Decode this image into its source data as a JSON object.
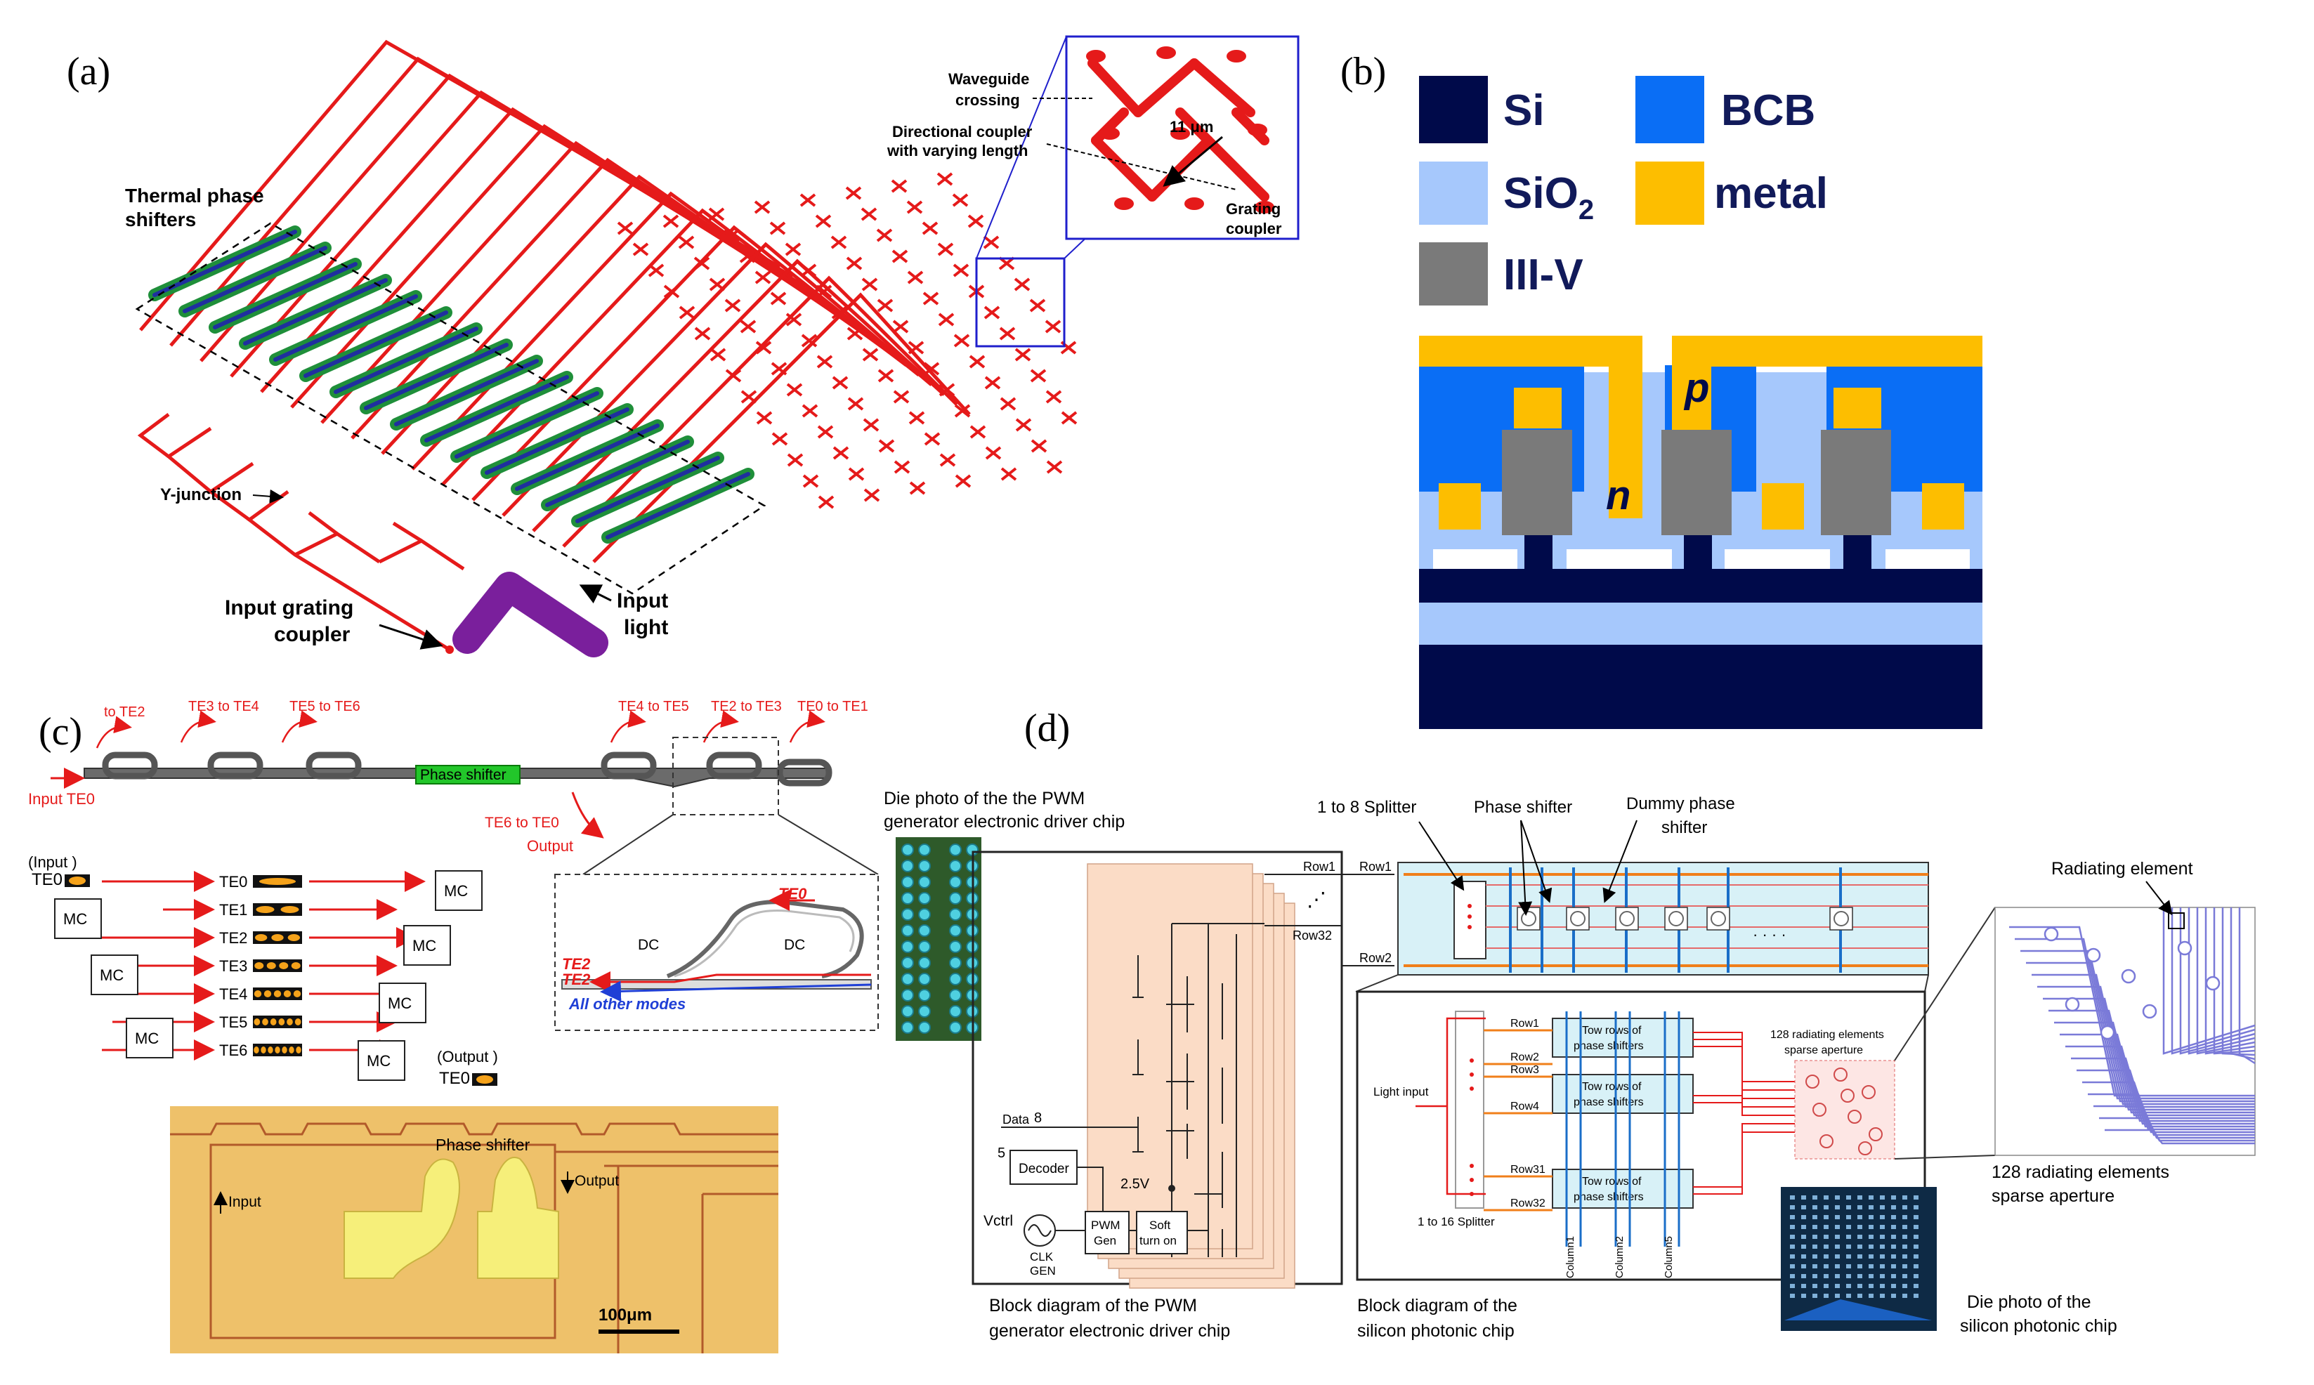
{
  "panel_a": {
    "label": "(a)",
    "thermal_phase_shifters": [
      "Thermal phase",
      "shifters"
    ],
    "waveguide_crossing": [
      "Waveguide",
      "crossing"
    ],
    "directional_coupler": [
      "Directional coupler",
      "with varying length"
    ],
    "pitch": "11 μm",
    "grating_coupler": [
      "Grating",
      "coupler"
    ],
    "y_junction": "Y-junction",
    "input_grating_coupler": [
      "Input grating",
      "coupler"
    ],
    "input_light": [
      "Input",
      "light"
    ]
  },
  "panel_b": {
    "label": "(b)",
    "legend": {
      "si": "Si",
      "bcb": "BCB",
      "sio2": "SiO",
      "sio2_sub": "2",
      "metal": "metal",
      "iiiv": "III-V"
    },
    "n_label": "n",
    "p_label": "p",
    "colors": {
      "si": "#000a4a",
      "bcb": "#0a6ef5",
      "sio2": "#a6c8fc",
      "metal": "#fdbe00",
      "iiiv": "#7a7a7a"
    }
  },
  "panel_c": {
    "label": "(c)",
    "top_labels": [
      "to TE2",
      "TE3 to TE4",
      "TE5 to TE6",
      "TE4 to TE5",
      "TE2 to TE3",
      "TE0 to TE1"
    ],
    "phase_shifter": "Phase shifter",
    "input": "Input TE0",
    "te6_to_te0": "TE6 to TE0",
    "output": "Output",
    "input_box": "(Input )",
    "te0_in": "TE0",
    "modes": [
      "TE0",
      "TE1",
      "TE2",
      "TE3",
      "TE4",
      "TE5",
      "TE6"
    ],
    "mc": "MC",
    "output_box": "(Output )",
    "te0_out": "TE0",
    "dc": "DC",
    "te0_zoom": "TE0",
    "te2_a": "TE2",
    "te2_b": "TE2",
    "all_other_modes": "All other modes",
    "photo_phase_shifter": "Phase shifter",
    "photo_input": "Input",
    "photo_output": "Output",
    "scale": "100μm"
  },
  "panel_d": {
    "label": "(d)",
    "die_photo_pwm": [
      "Die photo of the the PWM",
      "generator electronic driver chip"
    ],
    "block_pwm": [
      "Block diagram of the PWM",
      "generator electronic driver chip"
    ],
    "row1": "Row1",
    "row32": "Row32",
    "row2": "Row2",
    "data": "Data",
    "data_bits": "8",
    "five": "5",
    "decoder": "Decoder",
    "v25": "2.5V",
    "vctrl": "Vctrl",
    "clk_gen": [
      "CLK",
      "GEN"
    ],
    "pwm_gen": [
      "PWM",
      "Gen"
    ],
    "soft_turn_on": [
      "Soft",
      "turn on"
    ],
    "splitter_1to8": "1 to 8 Splitter",
    "phase_shifter": "Phase shifter",
    "dummy": [
      "Dummy phase",
      "shifter"
    ],
    "dots": "· · · ·",
    "light_input": "Light input",
    "rows": [
      "Row1",
      "Row2",
      "Row3",
      "Row4",
      "Row31",
      "Row32"
    ],
    "two_rows": [
      "Tow rows of",
      "phase shifters"
    ],
    "splitter_1to16": "1 to 16 Splitter",
    "columns": [
      "Column1",
      "Column2",
      "Column5"
    ],
    "sparse_small": [
      "128 radiating elements",
      "sparse aperture"
    ],
    "radiating_element": "Radiating element",
    "sparse_big": [
      "128 radiating elements",
      "sparse aperture"
    ],
    "block_si": [
      "Block diagram of the",
      "silicon photonic chip"
    ],
    "die_photo_si": [
      "Die photo of the",
      "silicon photonic chip"
    ]
  }
}
